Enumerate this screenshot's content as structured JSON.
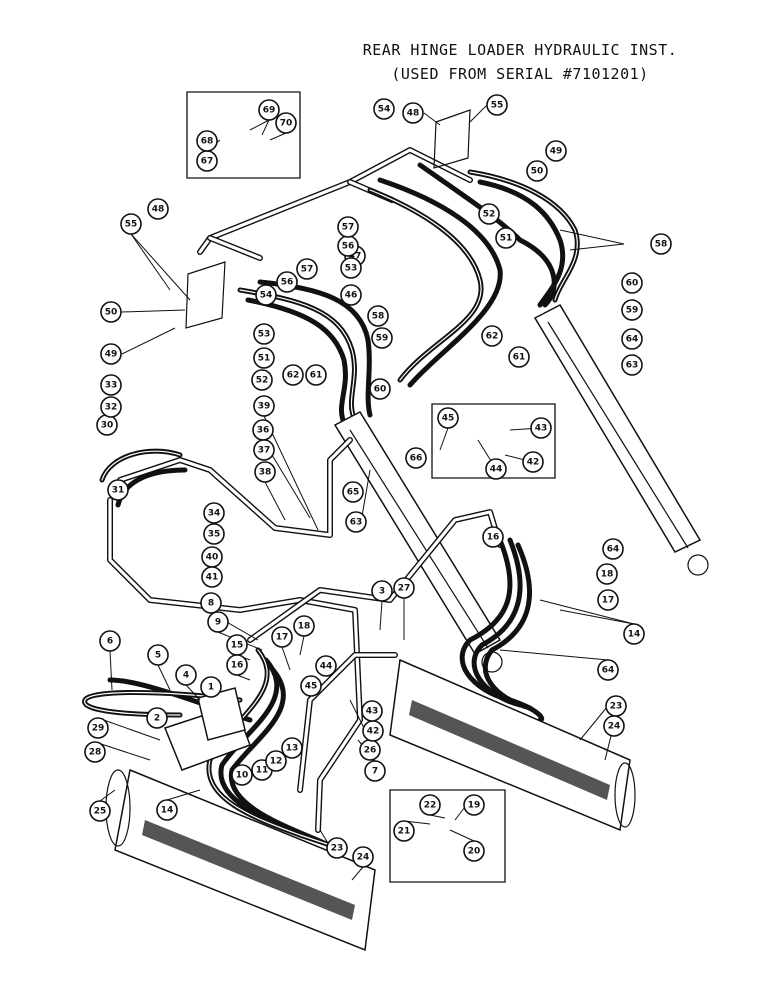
{
  "title": {
    "line1": "REAR HINGE LOADER HYDRAULIC INST.",
    "line2": "(USED FROM SERIAL #7101201)"
  },
  "callouts": [
    {
      "n": "1"
    },
    {
      "n": "2"
    },
    {
      "n": "3"
    },
    {
      "n": "4"
    },
    {
      "n": "5"
    },
    {
      "n": "6"
    },
    {
      "n": "7"
    },
    {
      "n": "8"
    },
    {
      "n": "9"
    },
    {
      "n": "10"
    },
    {
      "n": "11"
    },
    {
      "n": "12"
    },
    {
      "n": "13"
    },
    {
      "n": "14"
    },
    {
      "n": "14"
    },
    {
      "n": "15"
    },
    {
      "n": "16"
    },
    {
      "n": "16"
    },
    {
      "n": "17"
    },
    {
      "n": "17"
    },
    {
      "n": "18"
    },
    {
      "n": "18"
    },
    {
      "n": "19"
    },
    {
      "n": "20"
    },
    {
      "n": "21"
    },
    {
      "n": "22"
    },
    {
      "n": "23"
    },
    {
      "n": "23"
    },
    {
      "n": "24"
    },
    {
      "n": "24"
    },
    {
      "n": "25"
    },
    {
      "n": "26"
    },
    {
      "n": "27"
    },
    {
      "n": "28"
    },
    {
      "n": "29"
    },
    {
      "n": "30"
    },
    {
      "n": "31"
    },
    {
      "n": "32"
    },
    {
      "n": "33"
    },
    {
      "n": "34"
    },
    {
      "n": "35"
    },
    {
      "n": "36"
    },
    {
      "n": "37"
    },
    {
      "n": "38"
    },
    {
      "n": "39"
    },
    {
      "n": "40"
    },
    {
      "n": "41"
    },
    {
      "n": "42"
    },
    {
      "n": "42"
    },
    {
      "n": "43"
    },
    {
      "n": "43"
    },
    {
      "n": "44"
    },
    {
      "n": "44"
    },
    {
      "n": "45"
    },
    {
      "n": "45"
    },
    {
      "n": "46"
    },
    {
      "n": "47"
    },
    {
      "n": "48"
    },
    {
      "n": "48"
    },
    {
      "n": "49"
    },
    {
      "n": "49"
    },
    {
      "n": "50"
    },
    {
      "n": "50"
    },
    {
      "n": "51"
    },
    {
      "n": "51"
    },
    {
      "n": "52"
    },
    {
      "n": "52"
    },
    {
      "n": "53"
    },
    {
      "n": "53"
    },
    {
      "n": "54"
    },
    {
      "n": "54"
    },
    {
      "n": "55"
    },
    {
      "n": "55"
    },
    {
      "n": "56"
    },
    {
      "n": "56"
    },
    {
      "n": "57"
    },
    {
      "n": "57"
    },
    {
      "n": "58"
    },
    {
      "n": "58"
    },
    {
      "n": "59"
    },
    {
      "n": "59"
    },
    {
      "n": "60"
    },
    {
      "n": "60"
    },
    {
      "n": "61"
    },
    {
      "n": "61"
    },
    {
      "n": "62"
    },
    {
      "n": "62"
    },
    {
      "n": "63"
    },
    {
      "n": "63"
    },
    {
      "n": "64"
    },
    {
      "n": "64"
    },
    {
      "n": "64"
    },
    {
      "n": "65"
    },
    {
      "n": "66"
    },
    {
      "n": "67"
    },
    {
      "n": "68"
    },
    {
      "n": "69"
    },
    {
      "n": "70"
    }
  ]
}
